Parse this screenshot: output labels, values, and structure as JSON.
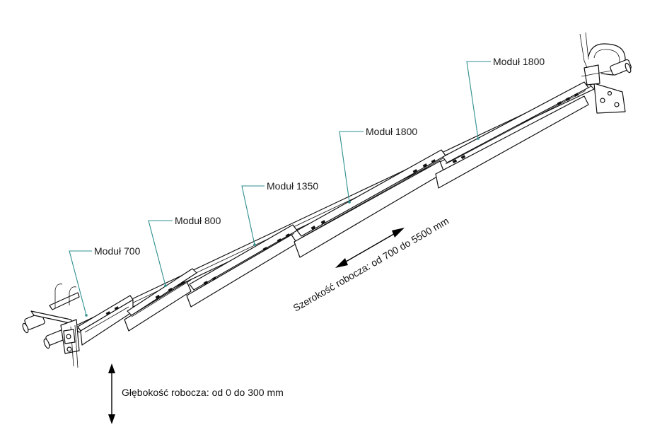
{
  "modules": [
    {
      "label": "Moduł 700"
    },
    {
      "label": "Moduł 800"
    },
    {
      "label": "Moduł 1350"
    },
    {
      "label": "Moduł 1800"
    },
    {
      "label": "Moduł 1800"
    }
  ],
  "dimensions": {
    "working_width": "Szerokość robocza: od 700 do 5500 mm",
    "working_depth": "Głębokość robocza: od 0 do 300 mm"
  },
  "colors": {
    "leader": "#2f8f8f",
    "ink": "#111111"
  }
}
